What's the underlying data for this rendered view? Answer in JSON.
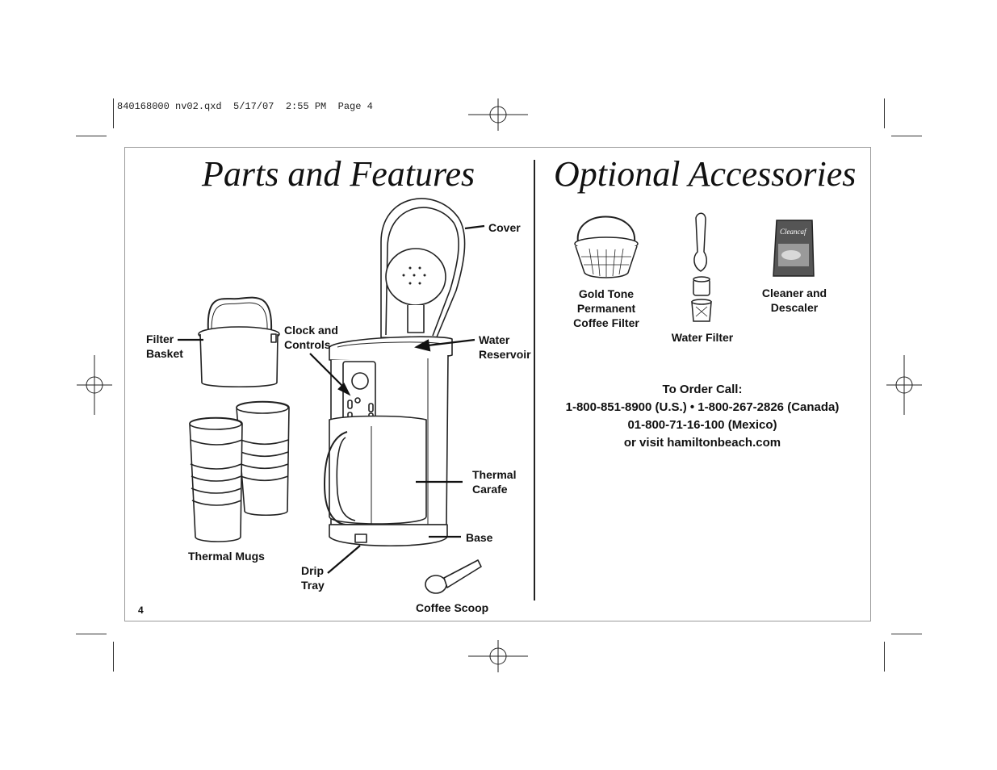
{
  "slug_line": "840168000 nv02.qxd  5/17/07  2:55 PM  Page 4",
  "page_number": "4",
  "left": {
    "title": "Parts and Features",
    "labels": {
      "cover": "Cover",
      "filter_basket": [
        "Filter",
        "Basket"
      ],
      "clock_controls": [
        "Clock and",
        "Controls"
      ],
      "water_reservoir": [
        "Water",
        "Reservoir"
      ],
      "thermal_carafe": [
        "Thermal",
        "Carafe"
      ],
      "base": "Base",
      "thermal_mugs": "Thermal Mugs",
      "drip_tray": [
        "Drip",
        "Tray"
      ],
      "coffee_scoop": "Coffee Scoop"
    }
  },
  "right": {
    "title": "Optional Accessories",
    "accessories": {
      "gold_tone": [
        "Gold Tone",
        "Permanent",
        "Coffee Filter"
      ],
      "water_filter": "Water Filter",
      "cleaner": [
        "Cleaner and",
        "Descaler"
      ],
      "cleaner_box_brand": "Cleancaf"
    },
    "order": {
      "heading": "To Order Call:",
      "line1": "1-800-851-8900 (U.S.)   •   1-800-267-2826 (Canada)",
      "line2": "01-800-71-16-100 (Mexico)",
      "line3": "or visit hamiltonbeach.com"
    }
  }
}
